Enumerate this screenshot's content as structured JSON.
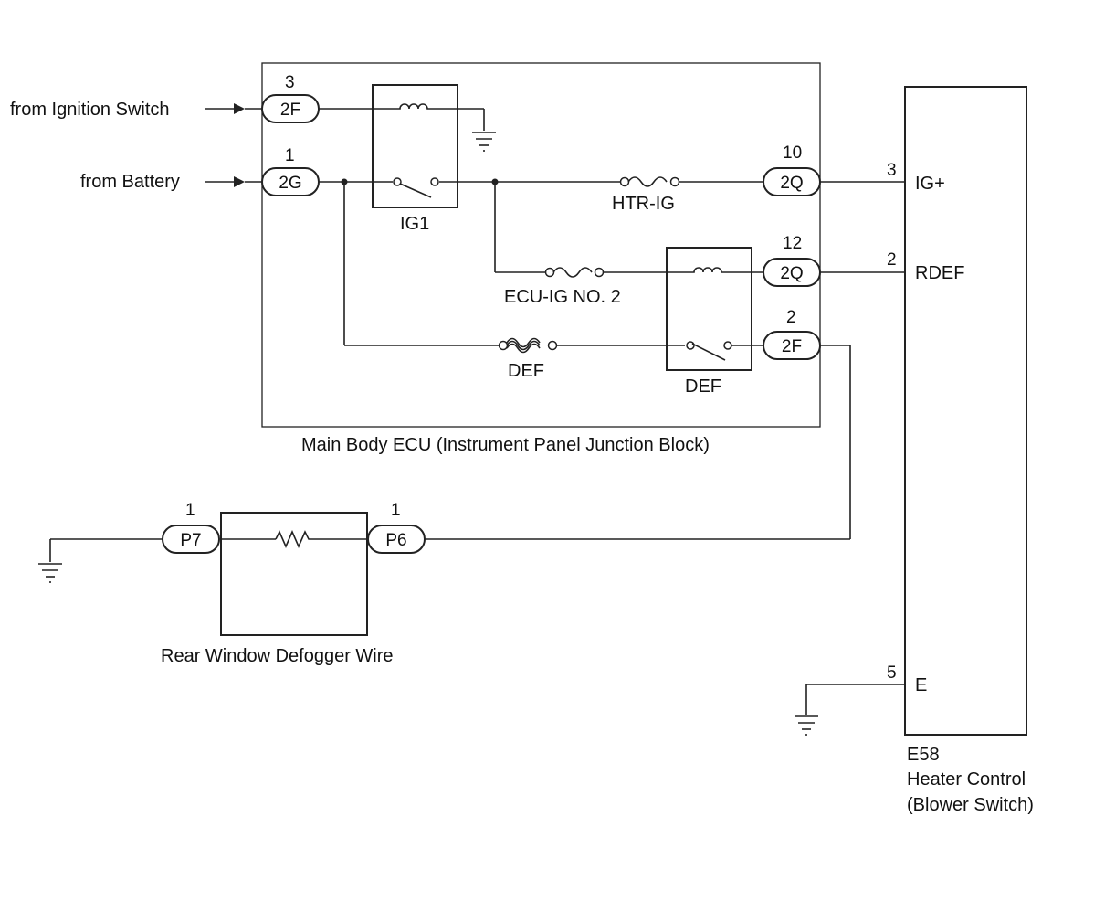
{
  "inputs": {
    "ignition": "from Ignition Switch",
    "battery": "from Battery"
  },
  "connectors": {
    "c2f_top": {
      "code": "2F",
      "pin": "3"
    },
    "c2g": {
      "code": "2G",
      "pin": "1"
    },
    "c2q_ig": {
      "code": "2Q",
      "pin": "10"
    },
    "c2q_rdef": {
      "code": "2Q",
      "pin": "12"
    },
    "c2f_def": {
      "code": "2F",
      "pin": "2"
    },
    "p7": {
      "code": "P7",
      "pin": "1"
    },
    "p6": {
      "code": "P6",
      "pin": "1"
    }
  },
  "relays": {
    "ig1": "IG1",
    "def": "DEF"
  },
  "fuses": {
    "htr_ig": "HTR-IG",
    "ecu_ig2": "ECU-IG NO. 2",
    "def": "DEF"
  },
  "components": {
    "main_body_ecu": "Main Body ECU (Instrument Panel Junction Block)",
    "defogger": "Rear Window Defogger Wire",
    "heater_code": "E58",
    "heater_name": "Heater Control",
    "heater_sub": "(Blower Switch)"
  },
  "heater_pins": {
    "ig_num": "3",
    "ig_name": "IG+",
    "rdef_num": "2",
    "rdef_name": "RDEF",
    "e_num": "5",
    "e_name": "E"
  }
}
